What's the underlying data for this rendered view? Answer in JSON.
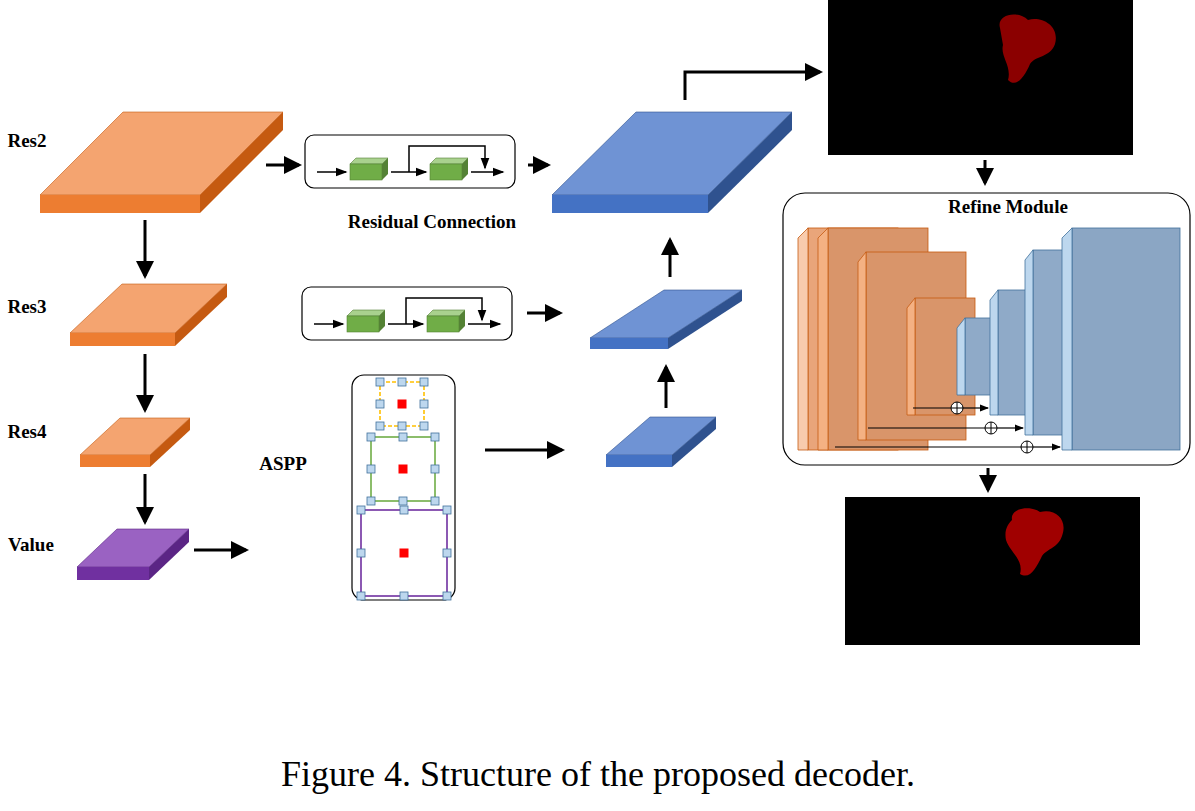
{
  "diagram": {
    "caption": "Figure 4. Structure of the proposed decoder.",
    "nodes": [
      {
        "text": [
          "Res2"
        ]
      },
      {
        "text": [
          "Res3"
        ]
      },
      {
        "text": [
          "Res4"
        ]
      },
      {
        "text": [
          "Value"
        ]
      },
      {
        "text": [
          "Residual Connection"
        ]
      },
      {
        "text": [
          "ASPP"
        ]
      },
      {
        "text": [
          "Refine Module"
        ]
      }
    ],
    "edges": [
      {
        "from": 0,
        "to": 1,
        "arrow": "to"
      },
      {
        "from": 1,
        "to": 2,
        "arrow": "to"
      },
      {
        "from": 2,
        "to": 3,
        "arrow": "to"
      },
      {
        "from": 0,
        "to": 4,
        "arrow": "to"
      },
      {
        "from": 3,
        "to": 5,
        "arrow": "to"
      }
    ]
  }
}
